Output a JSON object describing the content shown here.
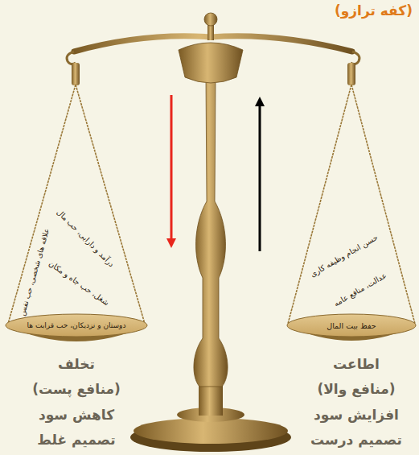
{
  "diagram": {
    "title": "(کفه ترازو)",
    "nodes": [
      {
        "text": [
          "علاقه های شخصی، حب نفس",
          "درآمد و دارایی، حب مال",
          "شغل، حب جاه و مکان",
          "دوستان و نزدیکان، حب قرابت ها"
        ]
      },
      {
        "text": [
          "حسن انجام وظیفه کاری",
          "عدالت، منافع عامه",
          "حفظ بیت المال"
        ]
      }
    ],
    "labels": [
      "تخلف",
      "(منافع پست)",
      "کاهش سود",
      "تصمیم غلط",
      "اطاعت",
      "(منافع والا)",
      "افزایش سود",
      "تصمیم درست"
    ]
  }
}
